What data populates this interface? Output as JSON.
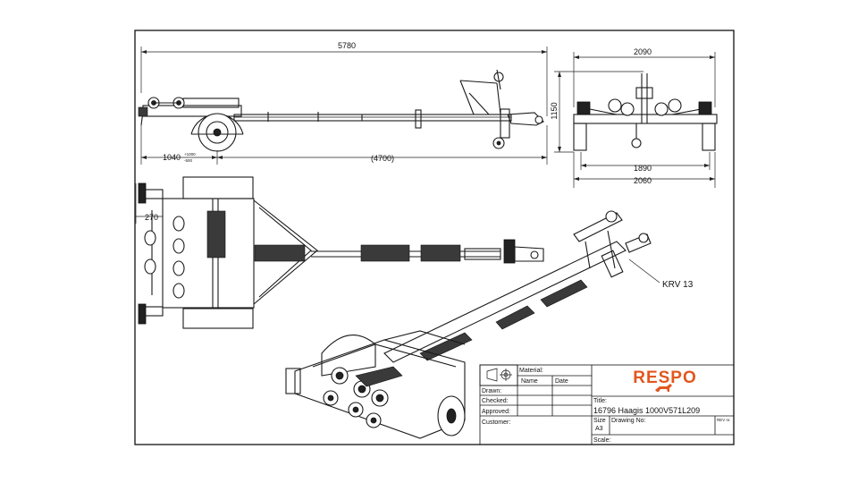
{
  "drawing": {
    "dims": {
      "overall_length": "5780",
      "overall_width": "2090",
      "height": "1150",
      "wheel_offset": "1040",
      "tol_top": "+1000",
      "tol_bottom": "-500",
      "drawbar_length": "(4700)",
      "track_inner": "1890",
      "track_outer": "2060",
      "rear_offset": "270"
    },
    "callout": "KRV 13"
  },
  "title_block": {
    "material_label": "Material:",
    "name_label": "Name",
    "date_label": "Date",
    "drawn_label": "Drawn:",
    "checked_label": "Checked:",
    "approved_label": "Approved:",
    "customer_label": "Customer:",
    "brand": "RESPO",
    "title_label": "Title:",
    "title_value": "16796 Haagis 1000V571L209",
    "size_label": "Size",
    "size_value": "A3",
    "drawing_no_label": "Drawing No:",
    "rev_label": "REV nr.",
    "scale_label": "Scale:"
  },
  "colors": {
    "brand": "#e2571e",
    "line": "#1a1a1a",
    "pad": "#3a3a3a"
  }
}
